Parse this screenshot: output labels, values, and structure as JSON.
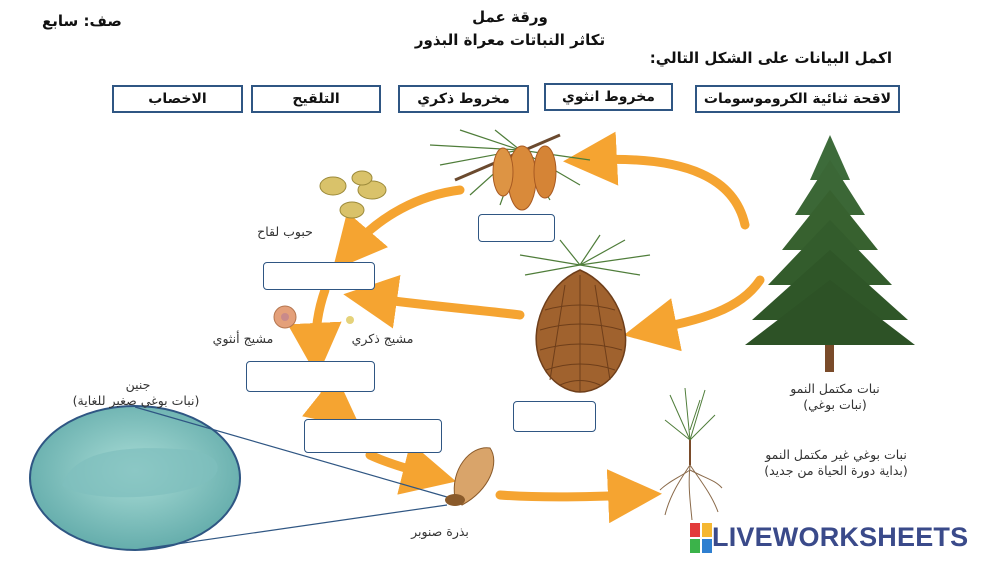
{
  "header": {
    "class_label": "صف: سابع",
    "title_line1": "ورقة عمل",
    "title_line2": "تكاثر النباتات معراة البذور",
    "instruction": "اكمل البيانات على الشكل التالي:"
  },
  "word_bank": [
    "الاخصاب",
    "التلقيح",
    "مخروط ذكري",
    "مخروط انثوي",
    "لاقحة ثنائية الكروموسومات"
  ],
  "labels": {
    "pollen": "حبوب لقاح",
    "female_gametophyte": "مشيج أنثوي",
    "male_gametophyte": "مشيج ذكري",
    "embryo_line1": "جنين",
    "embryo_line2": "(نبات بوغي صغير للغاية)",
    "mature_line1": "نبات مكتمل النمو",
    "mature_line2": "(نبات بوغي)",
    "young_line1": "نبات بوغي غير مكتمل النمو",
    "young_line2": "(بداية دورة الحياة من جديد)",
    "seed": "بذرة صنوبر"
  },
  "branding": {
    "logo_letters": "LIVE",
    "name": "LIVEWORKSHEETS"
  },
  "colors": {
    "arrow": "#f5a431",
    "box_border": "#2f5683",
    "embryo": "#8ec9c4"
  }
}
